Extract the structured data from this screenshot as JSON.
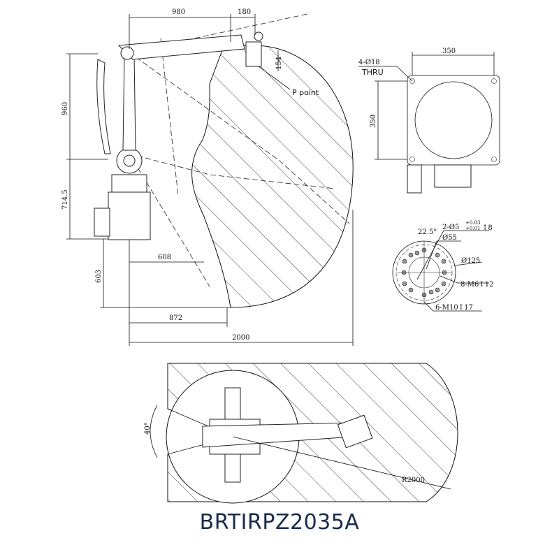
{
  "side_view": {
    "dim_980": "980",
    "dim_180": "180",
    "dim_154": "154",
    "dim_960": "960",
    "dim_714_5": "714.5",
    "dim_608": "608",
    "dim_603": "603",
    "dim_872": "872",
    "dim_2000": "2000",
    "p_point": "P point"
  },
  "base_view": {
    "holes": "4-Ø18",
    "thru": "THRU",
    "width": "350",
    "height": "350"
  },
  "flange_view": {
    "angle": "22.5°",
    "pin_holes": "2-Ø5",
    "tol_upper": "+0.03",
    "tol_lower": "+0.01",
    "pin_depth": "↧8",
    "dia_55": "Ø55",
    "dia_125": "Ø125",
    "m6": "8-M6↧12",
    "m10": "6-M10↧17"
  },
  "top_view": {
    "angle": "40°",
    "radius": "R2000"
  },
  "model_name": "BRTIRPZ2035A",
  "colors": {
    "text": "#1a2a4a",
    "line": "#111111"
  }
}
